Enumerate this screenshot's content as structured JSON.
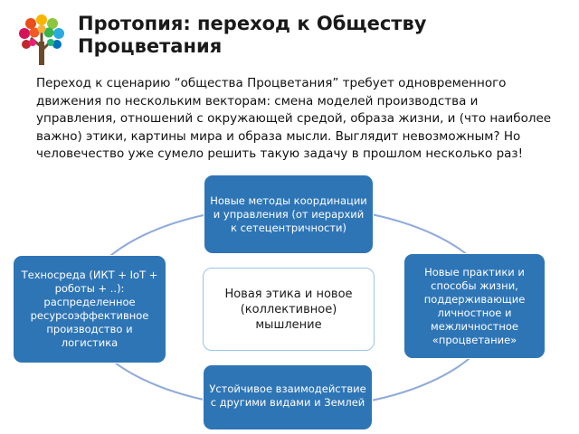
{
  "header": {
    "title": "Протопия: переход к Обществу Процветания"
  },
  "intro_text": "Переход к сценарию “общества Процветания” требует одновременного движения по нескольким векторам: смена моделей производства и управления, отношений с окружающей средой, образа жизни, и (что наиболее важно) этики, картины мира и образа мысли. Выглядит невозможным? Но человечество уже сумело решить такую задачу в прошлом несколько раз!",
  "diagram": {
    "center": "Новая этика и новое (коллективное) мышление",
    "top": "Новые методы координации и управления (от иерархий к сетецентричности)",
    "left": "Техносреда (ИКТ + IoT + роботы + ..): распределенное ресурсоэффективное производство и логистика",
    "right": "Новые практики и способы жизни, поддерживающие личностное и межличностное «процветание»",
    "bottom": "Устойчивое взаимодействие с другими видами и Землей"
  },
  "colors": {
    "node_fill": "#2e75b6",
    "center_border": "#9dc3e6",
    "ring": "#8faadc"
  },
  "icons": {
    "logo": "colorful-tree-logo"
  }
}
